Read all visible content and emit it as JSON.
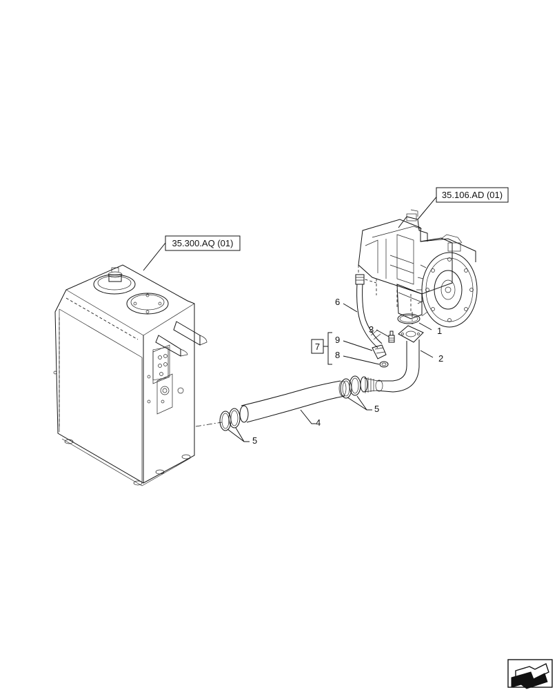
{
  "references": {
    "tank_ref": "35.300.AQ (01)",
    "pump_ref": "35.106.AD (01)"
  },
  "callouts": {
    "c1": "1",
    "c2": "2",
    "c3": "3",
    "c4": "4",
    "c5a": "5",
    "c5b": "5",
    "c6": "6",
    "c7": "7",
    "c8": "8",
    "c9": "9"
  },
  "icons": {
    "nav": "next-page-arrow-icon"
  }
}
